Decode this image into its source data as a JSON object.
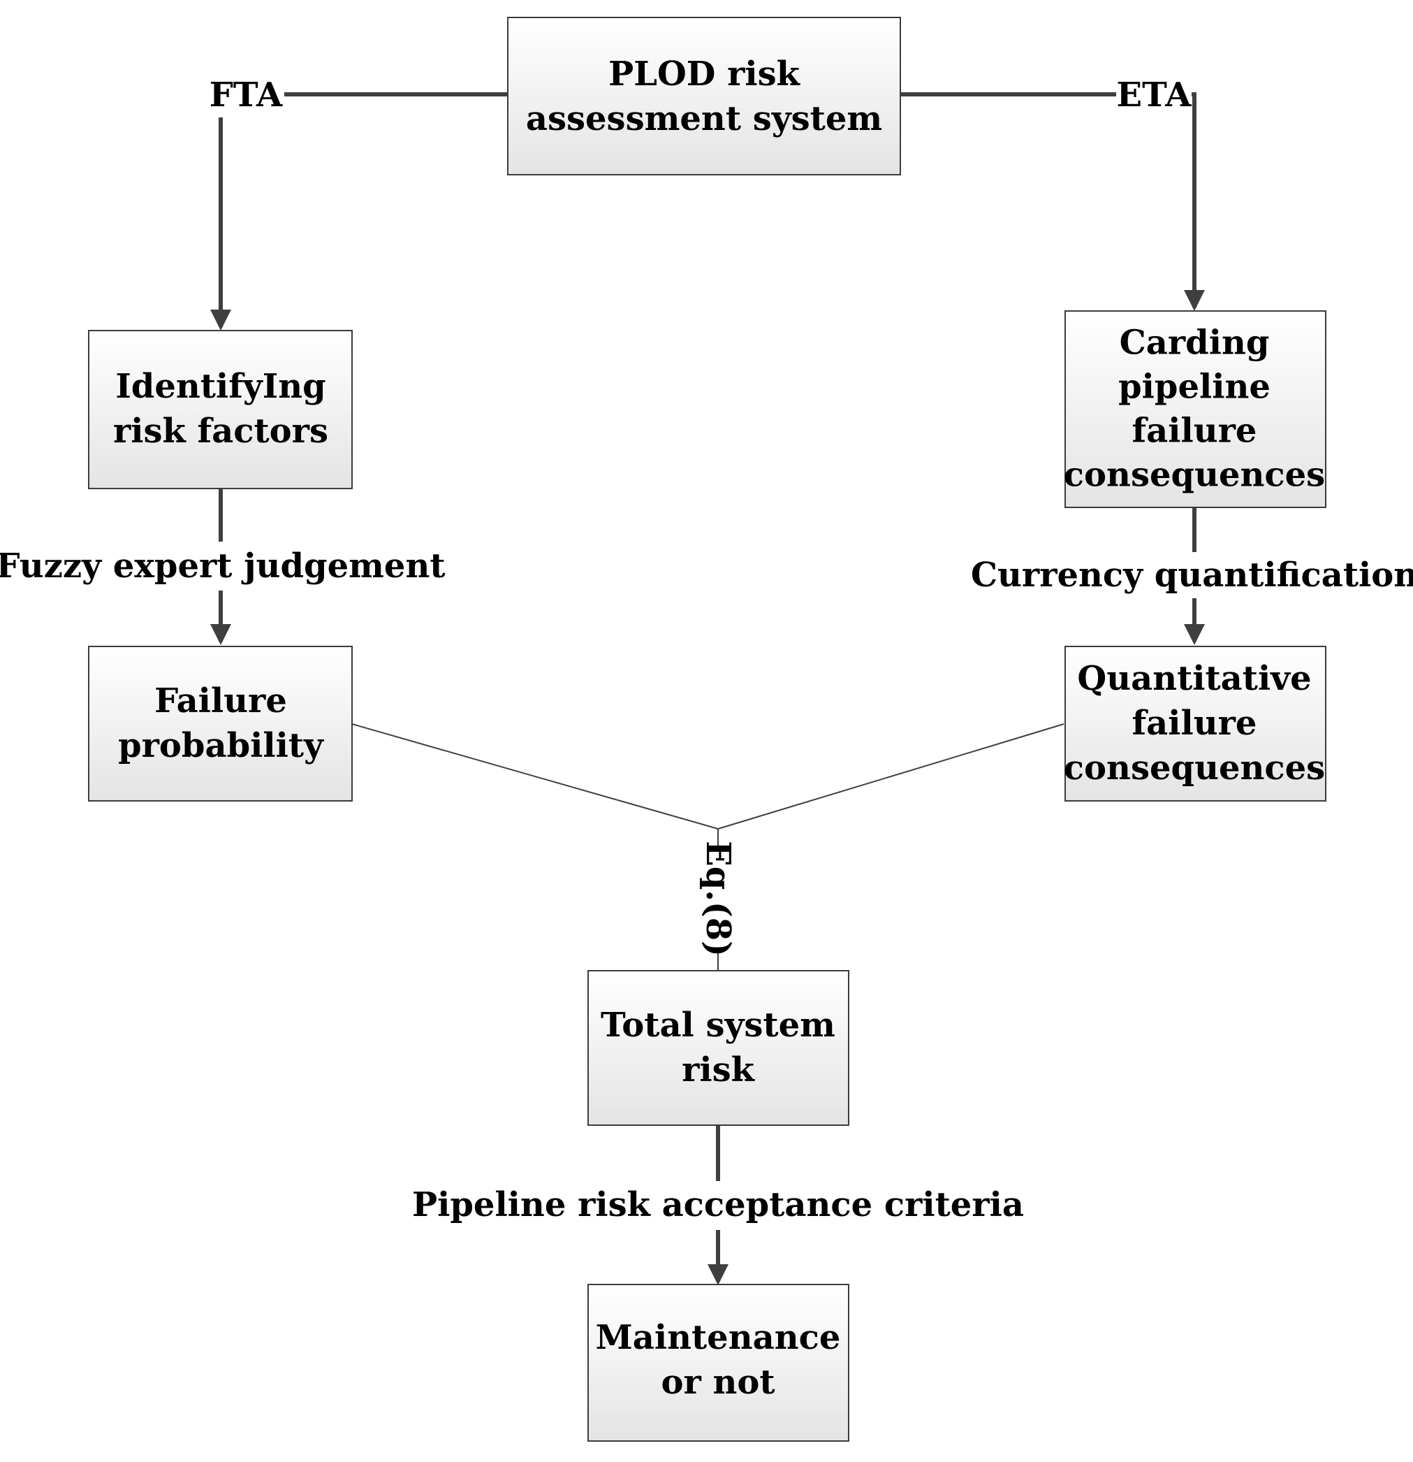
{
  "nodes": {
    "plod": {
      "lines": [
        "PLOD risk",
        "assessment system"
      ]
    },
    "identifying": {
      "lines": [
        "IdentifyIng",
        "risk factors"
      ]
    },
    "carding": {
      "lines": [
        "Carding",
        "pipeline",
        "failure",
        "consequences"
      ]
    },
    "failure_prob": {
      "lines": [
        "Failure",
        "probability"
      ]
    },
    "quant_conseq": {
      "lines": [
        "Quantitative",
        "failure",
        "consequences"
      ]
    },
    "total_risk": {
      "lines": [
        "Total system",
        "risk"
      ]
    },
    "maintenance": {
      "lines": [
        "Maintenance",
        "or not"
      ]
    }
  },
  "edge_labels": {
    "fta": "FTA",
    "eta": "ETA",
    "fuzzy": "Fuzzy expert judgement",
    "currency": "Currency quantification",
    "eq8": "Eq.(8)",
    "acceptance": "Pipeline risk acceptance criteria"
  },
  "colors": {
    "box_top": "#ffffff",
    "box_bottom": "#e4e4e4",
    "stroke": "#3f3f3f"
  }
}
